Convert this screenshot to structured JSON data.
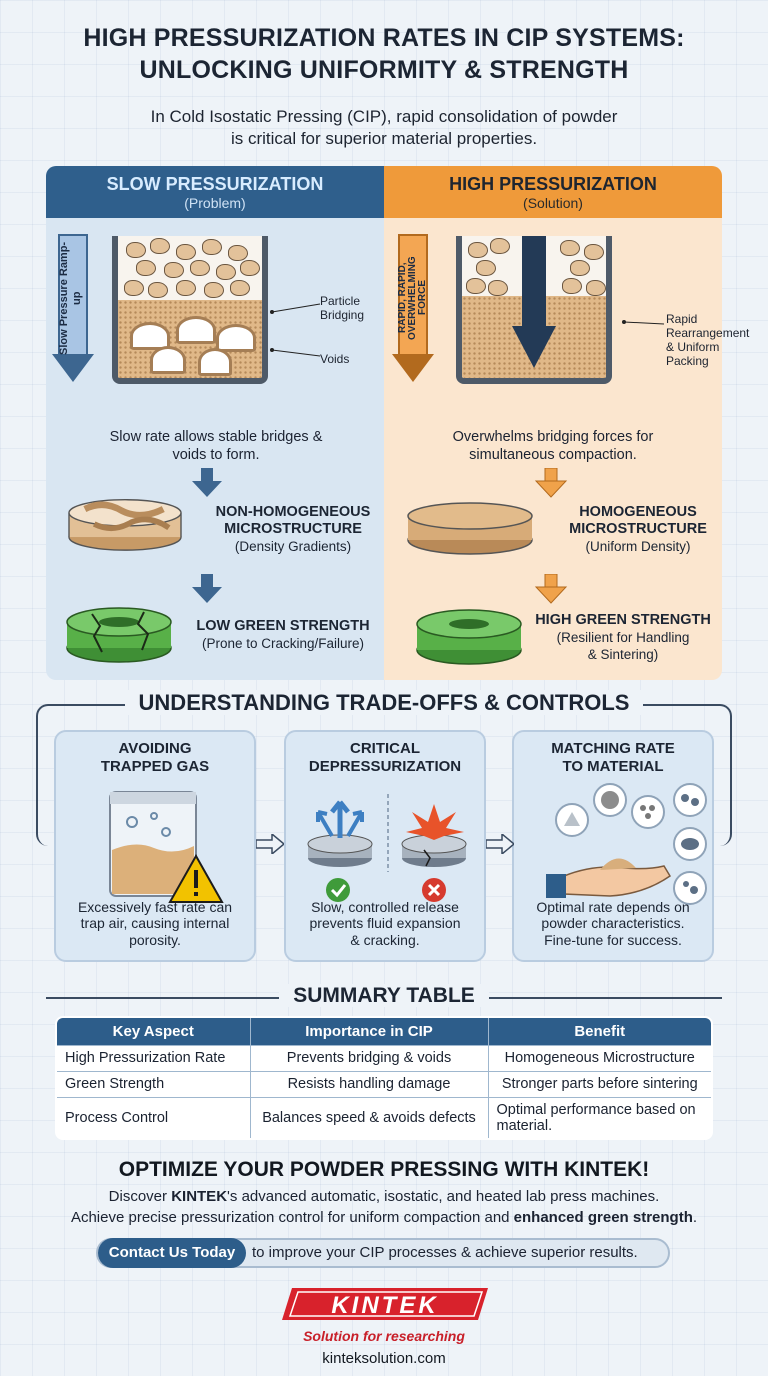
{
  "header": {
    "title_line1": "HIGH PRESSURIZATION RATES IN CIP SYSTEMS:",
    "title_line2": "UNLOCKING UNIFORMITY & STRENGTH",
    "intro_line1": "In Cold Isostatic Pressing (CIP), rapid consolidation of powder",
    "intro_line2": "is critical for superior material properties."
  },
  "slow": {
    "heading": "SLOW PRESSURIZATION",
    "subheading": "(Problem)",
    "arrow_text": "Slow Pressure Ramp-up",
    "label_bridging_1": "Particle",
    "label_bridging_2": "Bridging",
    "label_voids": "Voids",
    "caption_1": "Slow rate allows stable bridges &",
    "caption_2": "voids to form.",
    "micro_title_1": "NON-HOMOGENEOUS",
    "micro_title_2": "MICROSTRUCTURE",
    "micro_sub": "(Density Gradients)",
    "strength_title": "LOW GREEN STRENGTH",
    "strength_sub": "(Prone to Cracking/Failure)"
  },
  "fast": {
    "heading": "HIGH PRESSURIZATION",
    "subheading": "(Solution)",
    "arrow_text_1": "RAPID,",
    "arrow_text_2": "RAPID, OVERWHELMING",
    "arrow_text_3": "FORCE",
    "label_1": "Rapid",
    "label_2": "Rearrangement",
    "label_3": "& Uniform",
    "label_4": "Packing",
    "caption_1": "Overwhelms bridging forces for",
    "caption_2": "simultaneous compaction.",
    "micro_title_1": "HOMOGENEOUS",
    "micro_title_2": "MICROSTRUCTURE",
    "micro_sub": "(Uniform Density)",
    "strength_title": "HIGH GREEN STRENGTH",
    "strength_sub_1": "(Resilient for Handling",
    "strength_sub_2": "& Sintering)"
  },
  "tradeoffs": {
    "title": "UNDERSTANDING TRADE-OFFS & CONTROLS",
    "cards": [
      {
        "title_1": "AVOIDING",
        "title_2": "TRAPPED GAS",
        "text_1": "Excessively fast rate can",
        "text_2": "trap air, causing internal",
        "text_3": "porosity."
      },
      {
        "title_1": "CRITICAL",
        "title_2": "DEPRESSURIZATION",
        "text_1": "Slow, controlled release",
        "text_2": "prevents fluid expansion",
        "text_3": "& cracking."
      },
      {
        "title_1": "MATCHING RATE",
        "title_2": "TO MATERIAL",
        "text_1": "Optimal rate depends on",
        "text_2": "powder characteristics.",
        "text_3": "Fine-tune for success."
      }
    ]
  },
  "summary": {
    "title": "SUMMARY TABLE",
    "headers": [
      "Key Aspect",
      "Importance in CIP",
      "Benefit"
    ],
    "rows": [
      [
        "High Pressurization Rate",
        "Prevents bridging & voids",
        "Homogeneous Microstructure"
      ],
      [
        "Green Strength",
        "Resists handling damage",
        "Stronger parts before sintering"
      ],
      [
        "Process Control",
        "Balances speed & avoids defects",
        "Optimal performance based on material."
      ]
    ]
  },
  "cta": {
    "title": "OPTIMIZE YOUR POWDER PRESSING WITH KINTEK!",
    "line1_pre": "Discover ",
    "line1_brand": "KINTEK",
    "line1_post": "'s advanced automatic, isostatic, and heated lab press machines.",
    "line2_pre": "Achieve precise pressurization control for uniform compaction and ",
    "line2_bold": "enhanced green strength",
    "line2_post": ".",
    "button": "Contact Us Today",
    "button_rest": "to improve your CIP processes & achieve superior results.",
    "logo_text": "KINTEK",
    "tagline": "Solution for researching",
    "url": "kinteksolution.com"
  },
  "colors": {
    "slow_blue": "#2f5f8c",
    "fast_orange": "#ef9a3a",
    "kintek_red": "#c8202a"
  }
}
